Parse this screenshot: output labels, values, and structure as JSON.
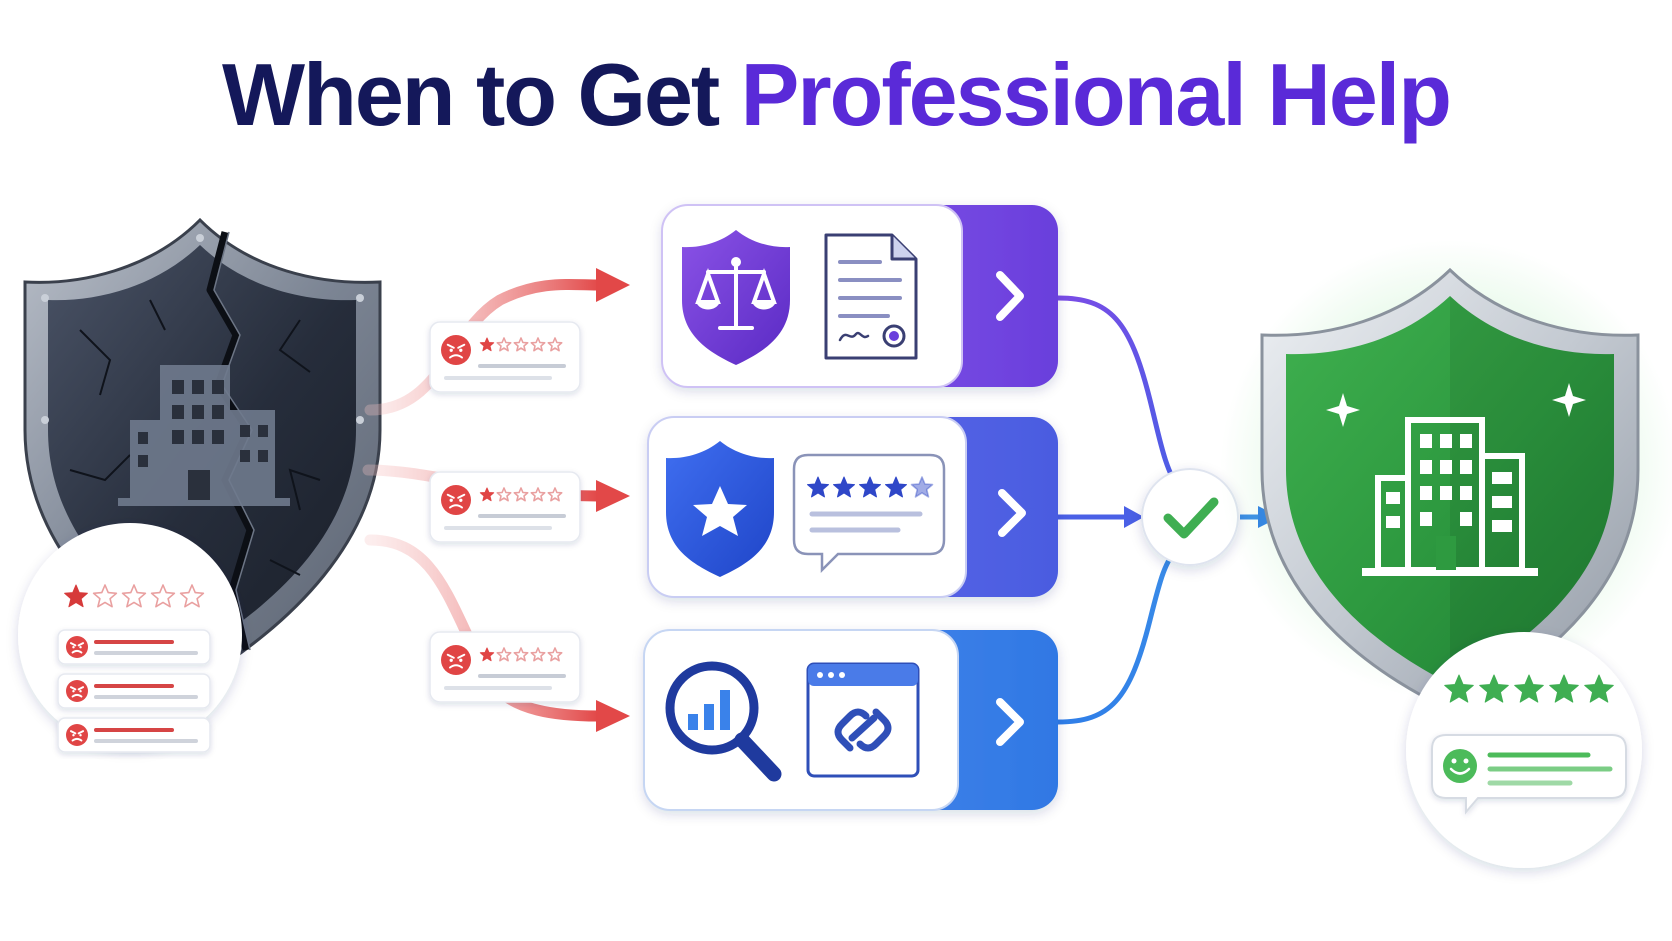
{
  "title": {
    "prefix": "When to Get ",
    "highlight": "Professional Help"
  },
  "colors": {
    "title_dark": "#14185a",
    "title_accent": "#5a2ad8",
    "danger": "#e04545",
    "success": "#3fae52",
    "purple": "#7a4ce6",
    "indigo": "#5468e8",
    "blue": "#3a82ea",
    "navy": "#1f3a9e"
  },
  "diagram": {
    "left_shield": {
      "state": "cracked",
      "icon": "building-icon"
    },
    "left_badge": {
      "rating": 1,
      "max": 5,
      "complaints": 3
    },
    "negative_reviews": [
      {
        "rating": 1,
        "max": 5,
        "face": "angry-face-icon"
      },
      {
        "rating": 1,
        "max": 5,
        "face": "angry-face-icon"
      },
      {
        "rating": 1,
        "max": 5,
        "face": "angry-face-icon"
      }
    ],
    "services": [
      {
        "name": "legal",
        "icons": [
          "legal-shield-icon",
          "signed-document-icon"
        ],
        "color": "#7a4ce6"
      },
      {
        "name": "reputation",
        "icons": [
          "star-shield-icon",
          "review-bubble-icon"
        ],
        "color": "#5468e8",
        "review_rating": 4.5
      },
      {
        "name": "seo",
        "icons": [
          "analytics-search-icon",
          "link-browser-icon"
        ],
        "color": "#3a82ea"
      }
    ],
    "hub": {
      "icon": "check-icon"
    },
    "right_shield": {
      "state": "protected",
      "icon": "building-icon"
    },
    "right_badge": {
      "rating": 5,
      "max": 5,
      "face": "happy-face-icon"
    }
  }
}
